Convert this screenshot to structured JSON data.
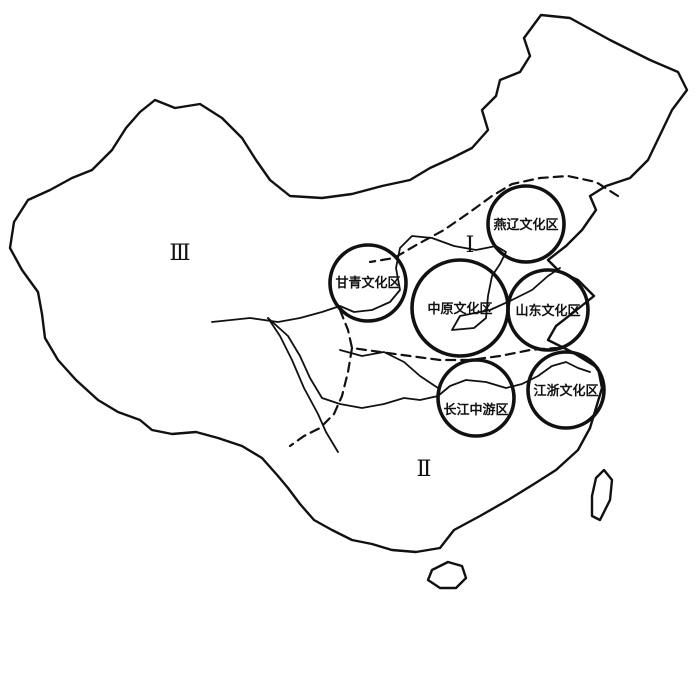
{
  "regions": [
    {
      "id": "I",
      "label": "Ⅰ"
    },
    {
      "id": "II",
      "label": "Ⅱ"
    },
    {
      "id": "III",
      "label": "Ⅲ"
    }
  ],
  "culture_zones": [
    {
      "id": "yanliao",
      "label": "燕辽文化区"
    },
    {
      "id": "ganqing",
      "label": "甘青文化区"
    },
    {
      "id": "zhongyuan",
      "label": "中原文化区"
    },
    {
      "id": "shandong",
      "label": "山东文化区"
    },
    {
      "id": "changjiang",
      "label": "长江中游区"
    },
    {
      "id": "jiangzhe",
      "label": "江浙文化区"
    }
  ]
}
